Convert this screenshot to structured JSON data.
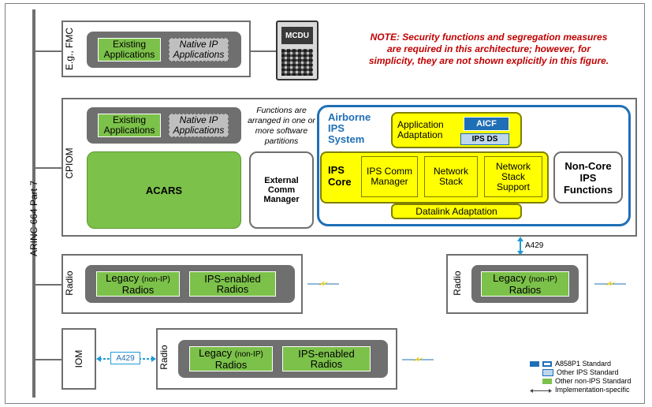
{
  "note": {
    "line1": "NOTE: Security functions and segregation measures",
    "line2": "are required in this architecture; however, for",
    "line3": "simplicity, they are not shown explicitly in this figure."
  },
  "bus_label": "ARINC 664 Part 7",
  "fmc": {
    "label": "E.g., FMC",
    "existing": "Existing Applications",
    "native": "Native IP Applications"
  },
  "mcdu": {
    "label": "MCDU"
  },
  "cpiom": {
    "label": "CPIOM",
    "existing": "Existing Applications",
    "native": "Native IP Applications",
    "partitions_note": "Functions are arranged in one or more software partitions",
    "acars": "ACARS",
    "ecm": "External Comm Manager"
  },
  "ips": {
    "title_line1": "Airborne",
    "title_line2": "IPS",
    "title_line3": "System",
    "app_adapt": "Application Adaptation",
    "aicf": "AICF",
    "ipsds": "IPS DS",
    "core": "IPS Core",
    "comm_manager": "IPS Comm Manager",
    "network_stack": "Network Stack",
    "network_support": "Network Stack Support",
    "datalink": "Datalink Adaptation",
    "noncore": "Non-Core IPS Functions"
  },
  "radio1": {
    "label": "Radio",
    "legacy_main": "Legacy",
    "legacy_sub": "(non-IP)",
    "legacy_line2": "Radios",
    "ips_enabled": "IPS-enabled Radios"
  },
  "radio2": {
    "label": "Radio",
    "legacy_main": "Legacy",
    "legacy_sub": "(non-IP)",
    "legacy_line2": "Radios",
    "a429": "A429"
  },
  "iom": {
    "label": "IOM",
    "a429": "A429"
  },
  "radio3": {
    "label": "Radio",
    "legacy_main": "Legacy",
    "legacy_sub": "(non-IP)",
    "legacy_line2": "Radios",
    "ips_enabled": "IPS-enabled Radios"
  },
  "legend": {
    "a858": "A858P1 Standard",
    "other_ips": "Other IPS Standard",
    "other_non_ips": "Other non-IPS Standard",
    "impl": "Implementation-specific"
  },
  "colors": {
    "green": "#7cc14a",
    "yellow": "#ffff00",
    "blue": "#1f6fb6",
    "note_red": "#c00000",
    "grey": "#6f6f6f"
  }
}
